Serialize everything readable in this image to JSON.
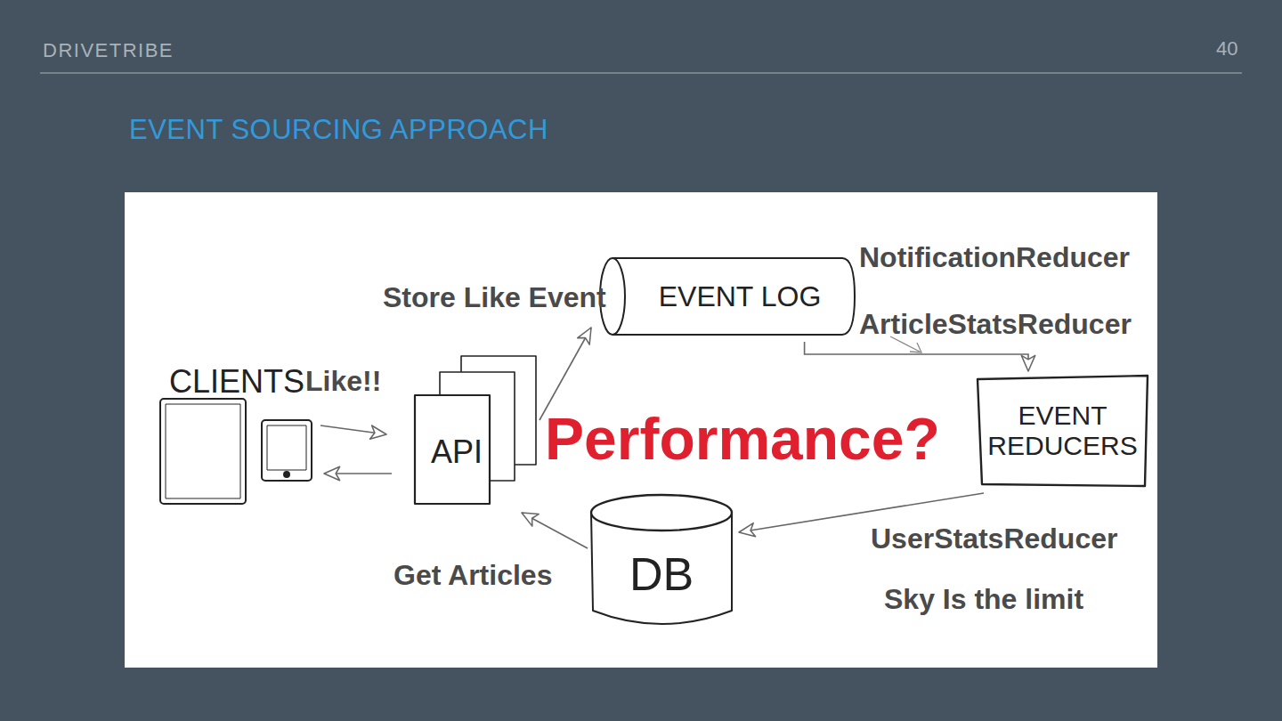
{
  "diagram": {
    "title": "EVENT SOURCING APPROACH",
    "nodes": [
      {
        "text": [
          "CLIENTS"
        ]
      },
      {
        "text": [
          "API"
        ]
      },
      {
        "text": [
          "EVENT LOG"
        ]
      },
      {
        "text": [
          "EVENT REDUCERS"
        ]
      },
      {
        "text": [
          "DB"
        ]
      }
    ],
    "edges": [
      {
        "from": 0,
        "to": 1,
        "label": "Like!!",
        "arrow": "to"
      },
      {
        "from": 1,
        "to": 0,
        "arrow": "to"
      },
      {
        "from": 1,
        "to": 2,
        "label": "Store Like Event",
        "arrow": "to"
      },
      {
        "from": 2,
        "to": 3,
        "arrow": "to"
      },
      {
        "from": 3,
        "to": 4,
        "arrow": "to"
      },
      {
        "from": 4,
        "to": 1,
        "label": "Get Articles",
        "arrow": "to"
      }
    ],
    "labels": [
      "DRIVETRIBE",
      "40",
      "NotificationReducer",
      "ArticleStatsReducer",
      "UserStatsReducer",
      "Sky Is the limit",
      "Performance?"
    ]
  }
}
